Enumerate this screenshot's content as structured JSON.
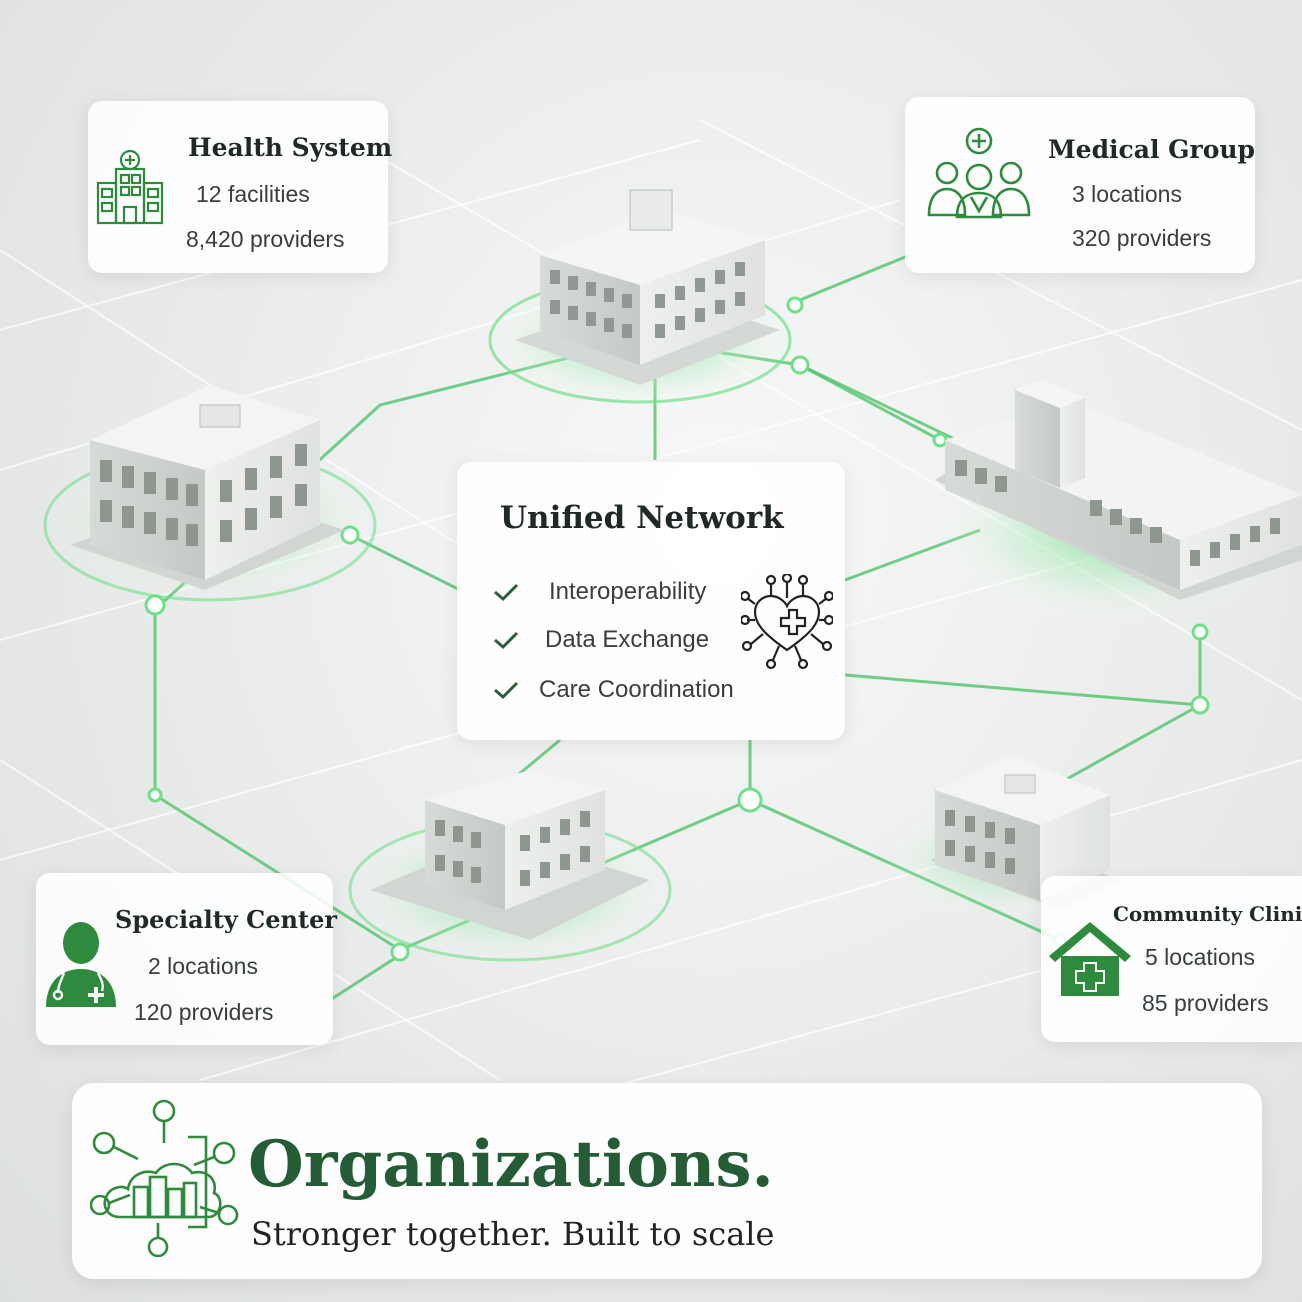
{
  "cards": {
    "health_system": {
      "title": "Health System",
      "line1": "12 facilities",
      "line2": "8,420 providers",
      "icon": "hospital-building-icon"
    },
    "medical_group": {
      "title": "Medical Group",
      "line1": "3 locations",
      "line2": "320 providers",
      "icon": "medical-team-icon"
    },
    "specialty_center": {
      "title": "Specialty Center",
      "line1": "2 locations",
      "line2": "120 providers",
      "icon": "doctor-icon"
    },
    "community_clinic": {
      "title": "Community Clinic",
      "line1": "5 locations",
      "line2": "85 providers",
      "icon": "clinic-house-icon"
    }
  },
  "unified": {
    "title": "Unified Network",
    "items": [
      "Interoperability",
      "Data Exchange",
      "Care Coordination"
    ],
    "icon": "network-heart-icon"
  },
  "banner": {
    "title": "Organizations.",
    "subtitle": "Stronger together. Built to scale",
    "icon": "city-network-icon"
  },
  "colors": {
    "accent": "#2e8b3e",
    "dark_green": "#245c35",
    "text": "#1f2a24"
  }
}
